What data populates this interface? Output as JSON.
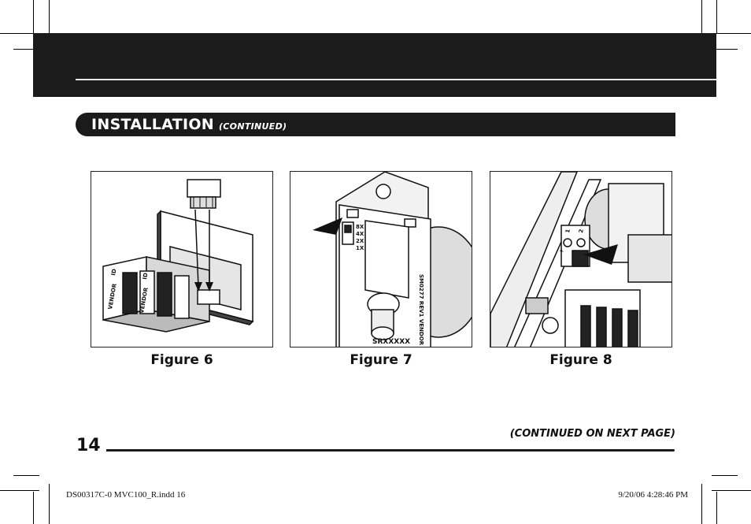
{
  "section": {
    "title": "INSTALLATION",
    "subtitle": "(CONTINUED)"
  },
  "figures": [
    {
      "caption": "Figure 6",
      "labels": {
        "board_a": "VENDOR",
        "board_b": "VENDOR",
        "mark_a": "ID",
        "mark_b": "ID"
      }
    },
    {
      "caption": "Figure 7",
      "labels": {
        "s8x": "8X",
        "s4x": "4X",
        "s2x": "2X",
        "s1x": "1X",
        "pn": "SM0277 REV1 VENDOR",
        "serial": "SRXXXXX"
      }
    },
    {
      "caption": "Figure 8",
      "labels": {
        "terminal_pos": "+",
        "terminal_1": "1",
        "terminal_2": "2"
      }
    }
  ],
  "footer": {
    "continued": "(CONTINUED ON NEXT PAGE)",
    "page_number": "14",
    "slug_file": "DS00317C-0 MVC100_R.indd   16",
    "slug_date": "9/20/06   4:28:46 PM"
  }
}
